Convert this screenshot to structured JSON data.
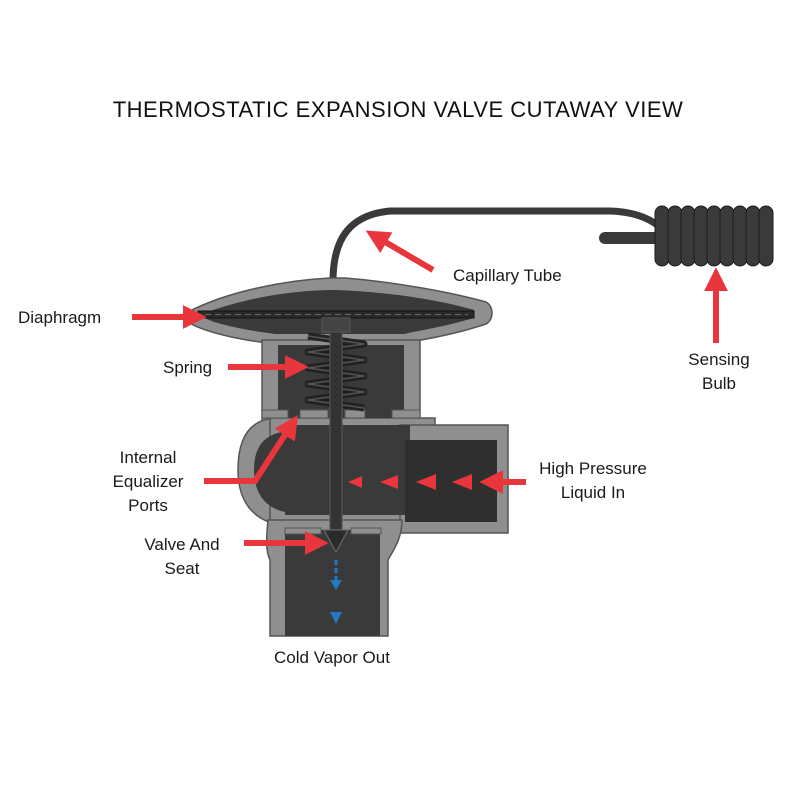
{
  "title": "THERMOSTATIC EXPANSION VALVE CUTAWAY VIEW",
  "labels": {
    "diaphragm": "Diaphragm",
    "capillary_tube": "Capillary Tube",
    "spring": "Spring",
    "sensing_line1": "Sensing",
    "sensing_line2": "Bulb",
    "equalizer_line1": "Internal",
    "equalizer_line2": "Equalizer",
    "equalizer_line3": "Ports",
    "high_pressure_line1": "High Pressure",
    "high_pressure_line2": "Liquid In",
    "valve_line1": "Valve And",
    "valve_line2": "Seat",
    "cold_vapor_out": "Cold Vapor Out"
  },
  "colors": {
    "arrow_red": "#e8363c",
    "flow_blue": "#1f78c8",
    "body_gray": "#8f8f8f",
    "body_outline": "#555555",
    "interior_dark": "#3a3a3a",
    "interior_darker": "#2a2a2a",
    "tube": "#3a3a3a"
  }
}
